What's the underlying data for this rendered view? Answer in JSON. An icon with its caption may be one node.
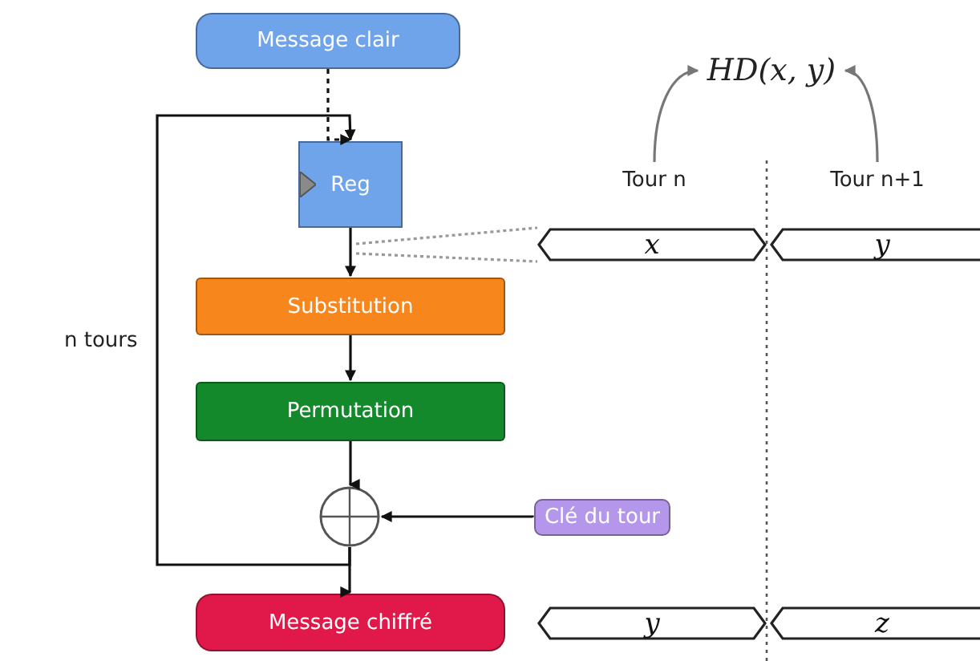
{
  "diagram": {
    "nodes": [
      {
        "text": [
          "Message clair"
        ]
      },
      {
        "text": [
          "Reg"
        ]
      },
      {
        "text": [
          "Substitution"
        ]
      },
      {
        "text": [
          "Permutation"
        ]
      },
      {
        "text": [],
        "shape": "circle"
      },
      {
        "text": [
          "Clé du tour"
        ]
      },
      {
        "text": [
          "Message chiffré"
        ]
      },
      {
        "text": [
          "x"
        ]
      },
      {
        "text": [
          "y"
        ]
      },
      {
        "text": [
          "y"
        ]
      },
      {
        "text": [
          "z"
        ]
      },
      {
        "text": [
          "Tour n"
        ]
      },
      {
        "text": [
          "Tour n+1"
        ]
      },
      {
        "text": [
          "HD(x, y)"
        ]
      }
    ],
    "edges": [
      {
        "from": 0,
        "to": 1,
        "arrow": "to",
        "style": "dashed"
      },
      {
        "from": 1,
        "to": 2,
        "arrow": "to"
      },
      {
        "from": 2,
        "to": 3,
        "arrow": "to"
      },
      {
        "from": 3,
        "to": 4,
        "arrow": "to"
      },
      {
        "from": 5,
        "to": 4,
        "arrow": "to"
      },
      {
        "from": 4,
        "to": 6,
        "arrow": "to"
      },
      {
        "from": 4,
        "to": 1,
        "arrow": "to"
      },
      {
        "from": null,
        "to": 7,
        "arrow": "none",
        "style": "dashed",
        "color": "#999999"
      },
      {
        "from": 11,
        "to": 13,
        "arrow": "to",
        "color": "#777777"
      },
      {
        "from": 12,
        "to": 13,
        "arrow": "to",
        "color": "#777777"
      }
    ],
    "labels": [
      "n tours"
    ]
  }
}
